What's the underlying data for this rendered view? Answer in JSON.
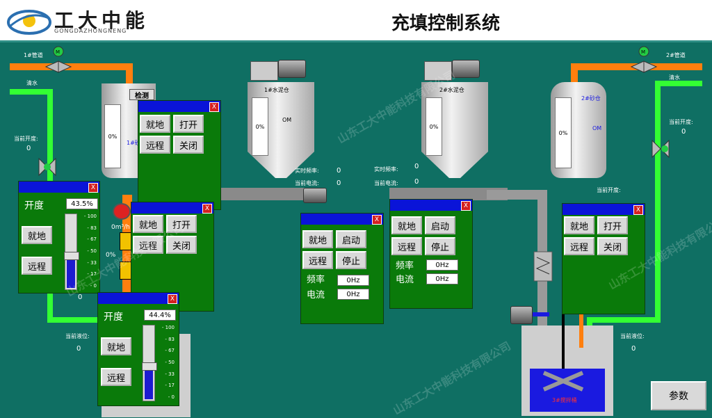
{
  "header": {
    "logo_cn": "工大中能",
    "logo_en": "GONGDAZHONGNENG",
    "title": "充填控制系统"
  },
  "labels": {
    "pipe1": "1#管道",
    "pipe2": "2#管道",
    "water_l": "清水",
    "water_r": "清水",
    "cur_open_l": "当前开度:",
    "cur_open_l_val": "0",
    "cur_open_r": "当前开度:",
    "cur_open_r_val": "0",
    "cur_open_r2": "当前开度:",
    "cur_level": "当前液位:",
    "cur_level_val": "0",
    "cur_level_r": "当前液位:",
    "cur_level_r_val": "0",
    "freq1": "实时频率:",
    "freq1_val": "0",
    "cur1": "当前电流:",
    "cur1_val": "0",
    "freq2": "实时频率:",
    "freq2_val": "0",
    "cur2": "当前电流:",
    "cur2_val": "0",
    "silo1": "1#水泥仓",
    "silo1_pct": "0%",
    "silo1_om": "OM",
    "silo2": "2#水泥仓",
    "silo2_pct": "0%",
    "sand1_pct": "0%",
    "sand1_label": "1#砂",
    "check": "检测",
    "sand2": "2#砂仓",
    "sand2_pct": "0%",
    "sand2_om": "OM",
    "mixer": "3#搅拌桶",
    "om_small": "0m³/h",
    "pct_small": "0%",
    "zero_small": "0"
  },
  "buttons": {
    "local": "就地",
    "remote": "远程",
    "open": "打开",
    "close": "关闭",
    "start": "启动",
    "stop": "停止",
    "params": "参数",
    "x": "X"
  },
  "valve_panel_a": {
    "label": "开度",
    "value": "43.5%",
    "level": 0.435
  },
  "valve_panel_b": {
    "label": "开度",
    "value": "44.4%",
    "level": 0.444
  },
  "scale_ticks": [
    "100",
    "83",
    "67",
    "50",
    "33",
    "17",
    "0"
  ],
  "drive_panel": {
    "freq_label": "频率",
    "cur_label": "电流",
    "freq_val": "0Hz",
    "cur_val": "0Hz"
  },
  "watermark": "山东工大中能科技有限公司"
}
